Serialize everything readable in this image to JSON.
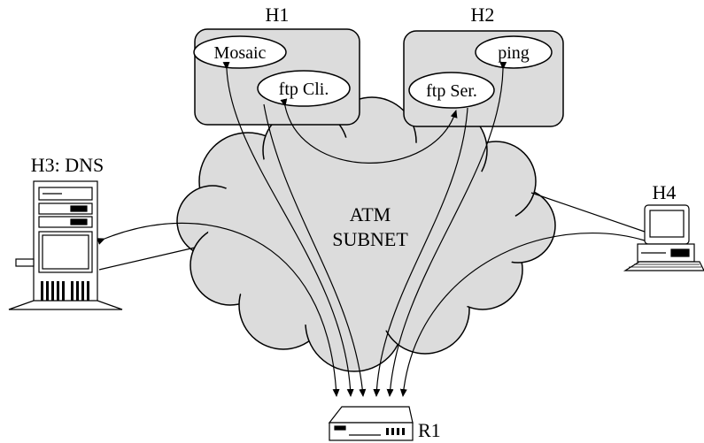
{
  "hosts": {
    "h1": {
      "label": "H1",
      "apps": {
        "mosaic": "Mosaic",
        "ftp_client": "ftp Cli."
      }
    },
    "h2": {
      "label": "H2",
      "apps": {
        "ping": "ping",
        "ftp_server": "ftp Ser."
      }
    },
    "h3": {
      "label": "H3: DNS"
    },
    "h4": {
      "label": "H4"
    }
  },
  "subnet": {
    "line1": "ATM",
    "line2": "SUBNET"
  },
  "router": {
    "label": "R1"
  },
  "colors": {
    "host_box_fill": "#dcdcdc",
    "cloud_fill": "#dcdcdc",
    "line": "#000000"
  }
}
